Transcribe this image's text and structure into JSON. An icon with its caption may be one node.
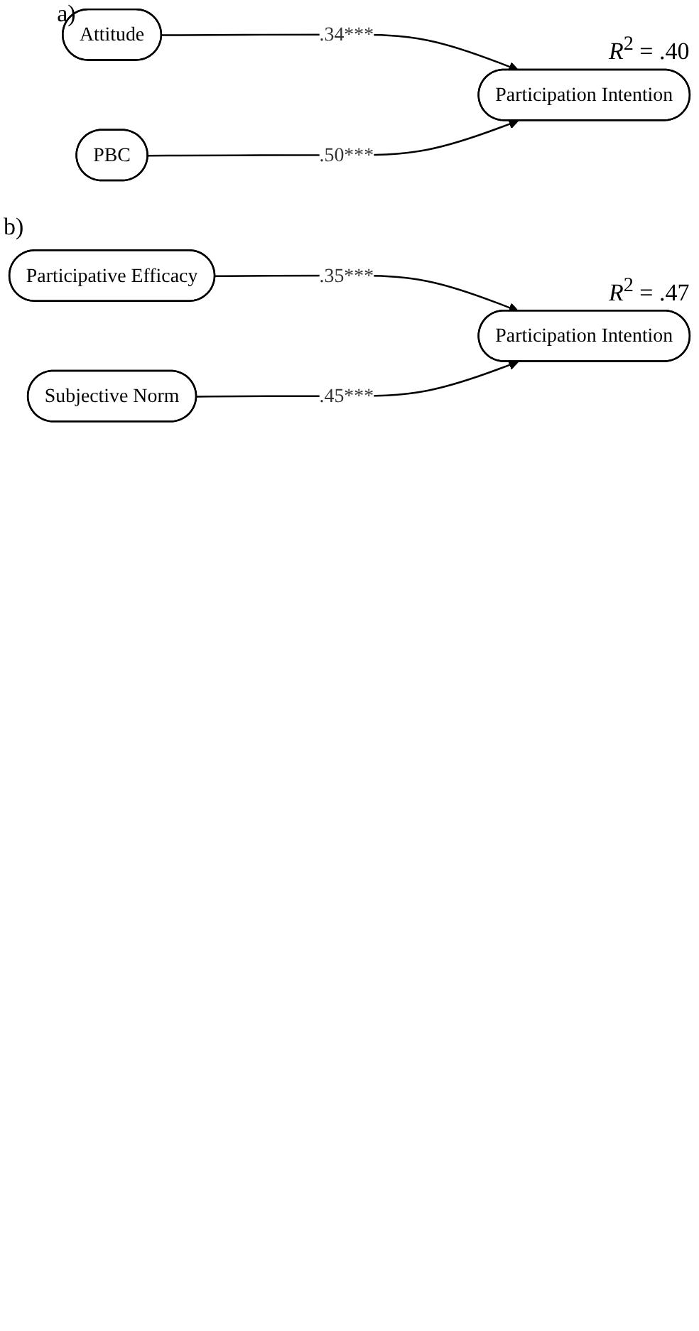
{
  "diagram": {
    "nodes": [
      {
        "text": [
          "Attitude"
        ]
      },
      {
        "text": [
          "PBC"
        ]
      },
      {
        "text": [
          "Participation Intention"
        ],
        "beside": [
          "*R*$^{2}$ = .40"
        ]
      },
      {
        "text": [
          "Participative Efficacy"
        ]
      },
      {
        "text": [
          "Subjective Norm"
        ]
      },
      {
        "text": [
          "Participation Intention"
        ],
        "beside": [
          "*R*$^{2}$ = .47"
        ]
      }
    ],
    "edges": [
      {
        "from": 0,
        "to": 2,
        "arrow": "to",
        "label": ".34***"
      },
      {
        "from": 1,
        "to": 2,
        "arrow": "to",
        "label": ".50***"
      },
      {
        "from": 3,
        "to": 5,
        "arrow": "to",
        "label": ".35***"
      },
      {
        "from": 4,
        "to": 5,
        "arrow": "to",
        "label": ".45***"
      }
    ],
    "labels": [
      "a)",
      "b)"
    ]
  }
}
